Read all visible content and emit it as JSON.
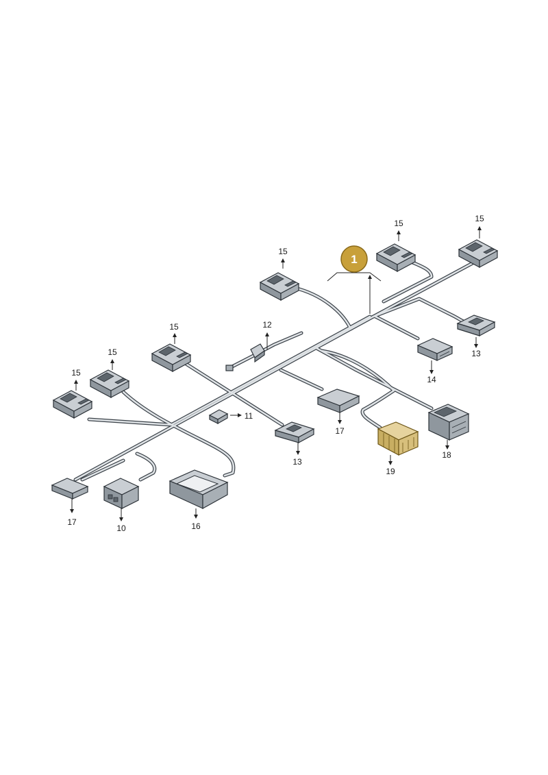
{
  "diagram": {
    "badge": {
      "number": "1",
      "color": "#c8a03a"
    },
    "callouts": [
      {
        "id": "c15a",
        "text": "15"
      },
      {
        "id": "c15b",
        "text": "15"
      },
      {
        "id": "c15c",
        "text": "15"
      },
      {
        "id": "c15d",
        "text": "15"
      },
      {
        "id": "c15e",
        "text": "15"
      },
      {
        "id": "c15f",
        "text": "15"
      },
      {
        "id": "c12",
        "text": "12"
      },
      {
        "id": "c13a",
        "text": "13"
      },
      {
        "id": "c13b",
        "text": "13"
      },
      {
        "id": "c14",
        "text": "14"
      },
      {
        "id": "c11",
        "text": "11"
      },
      {
        "id": "c17a",
        "text": "17"
      },
      {
        "id": "c17b",
        "text": "17"
      },
      {
        "id": "c18",
        "text": "18"
      },
      {
        "id": "c19",
        "text": "19"
      },
      {
        "id": "c10",
        "text": "10"
      },
      {
        "id": "c16",
        "text": "16"
      }
    ],
    "colors": {
      "highlight": "#c8a03a",
      "wire": "#3a4148",
      "connector": "#a8afb5"
    }
  }
}
